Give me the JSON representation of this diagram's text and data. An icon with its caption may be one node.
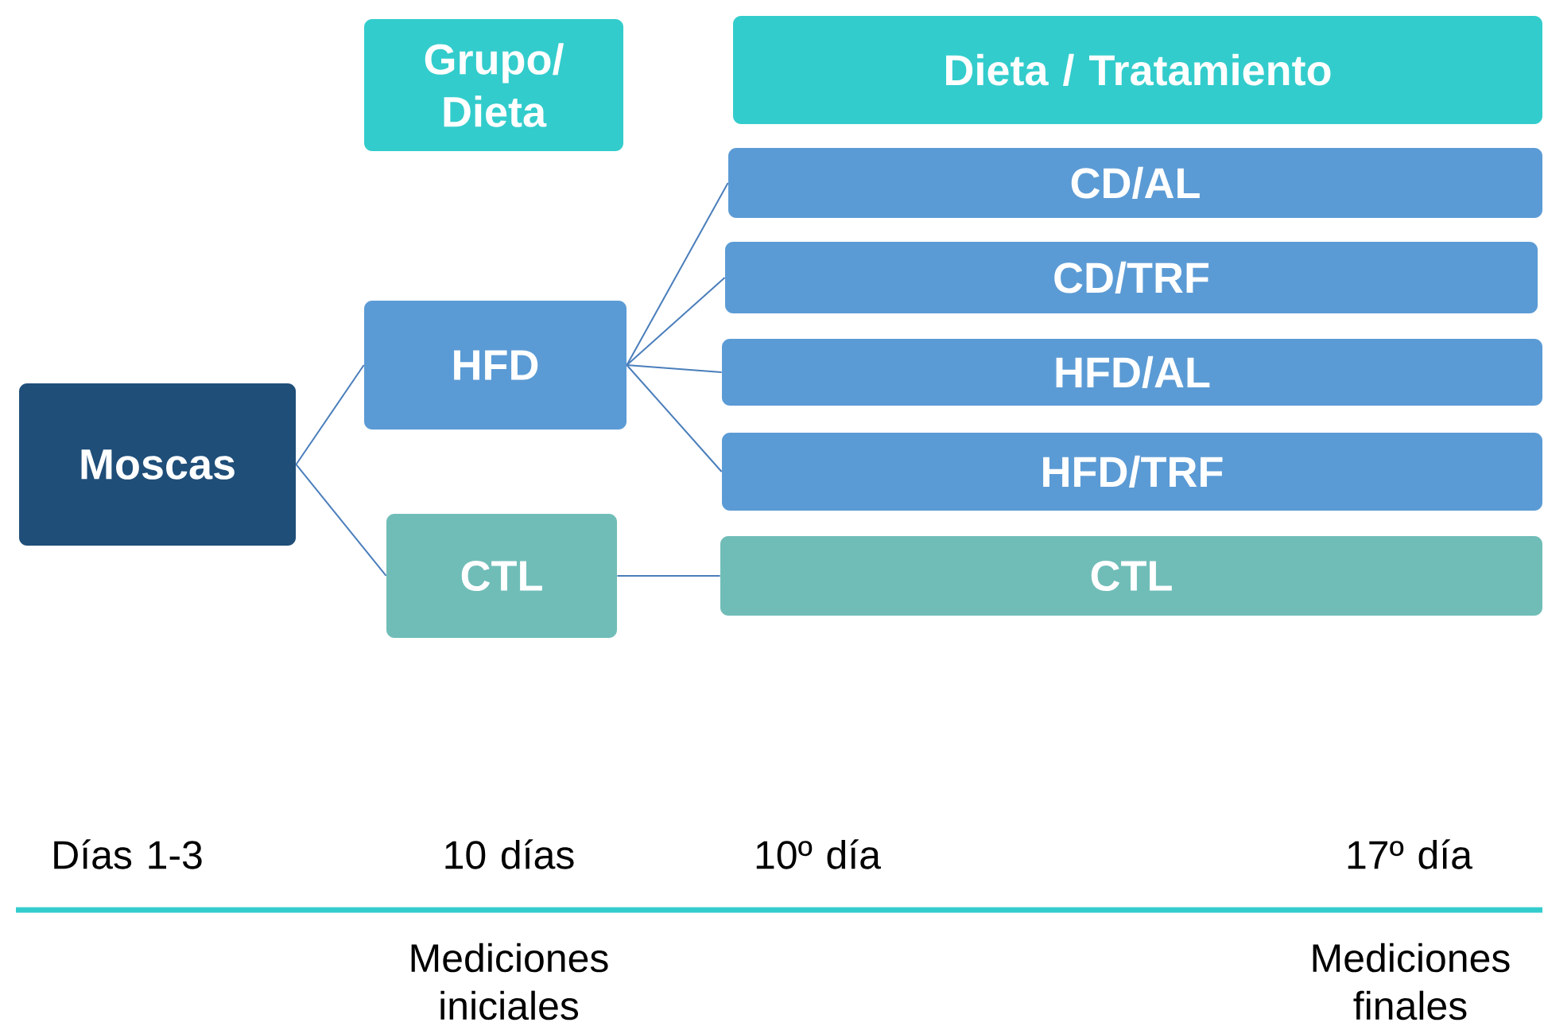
{
  "diagram": {
    "nodes": [
      {
        "text": [
          "Grupo/ Dieta"
        ]
      },
      {
        "text": [
          "Dieta / Tratamiento"
        ]
      },
      {
        "text": [
          "Moscas"
        ]
      },
      {
        "text": [
          "HFD"
        ]
      },
      {
        "text": [
          "CTL"
        ]
      },
      {
        "text": [
          "CD/AL"
        ]
      },
      {
        "text": [
          "CD/TRF"
        ]
      },
      {
        "text": [
          "HFD/AL"
        ]
      },
      {
        "text": [
          "HFD/TRF"
        ]
      },
      {
        "text": [
          "CTL"
        ]
      }
    ],
    "edges": [
      {
        "from": 2,
        "to": 3,
        "arrow": "none"
      },
      {
        "from": 2,
        "to": 4,
        "arrow": "none"
      },
      {
        "from": 3,
        "to": 5,
        "arrow": "none"
      },
      {
        "from": 3,
        "to": 6,
        "arrow": "none"
      },
      {
        "from": 3,
        "to": 7,
        "arrow": "none"
      },
      {
        "from": 3,
        "to": 8,
        "arrow": "none"
      },
      {
        "from": 4,
        "to": 9,
        "arrow": "none"
      }
    ],
    "labels": [
      "Días 1-3",
      "10 días",
      "10º día",
      "17º día",
      "Mediciones iniciales",
      "Mediciones finales"
    ]
  }
}
